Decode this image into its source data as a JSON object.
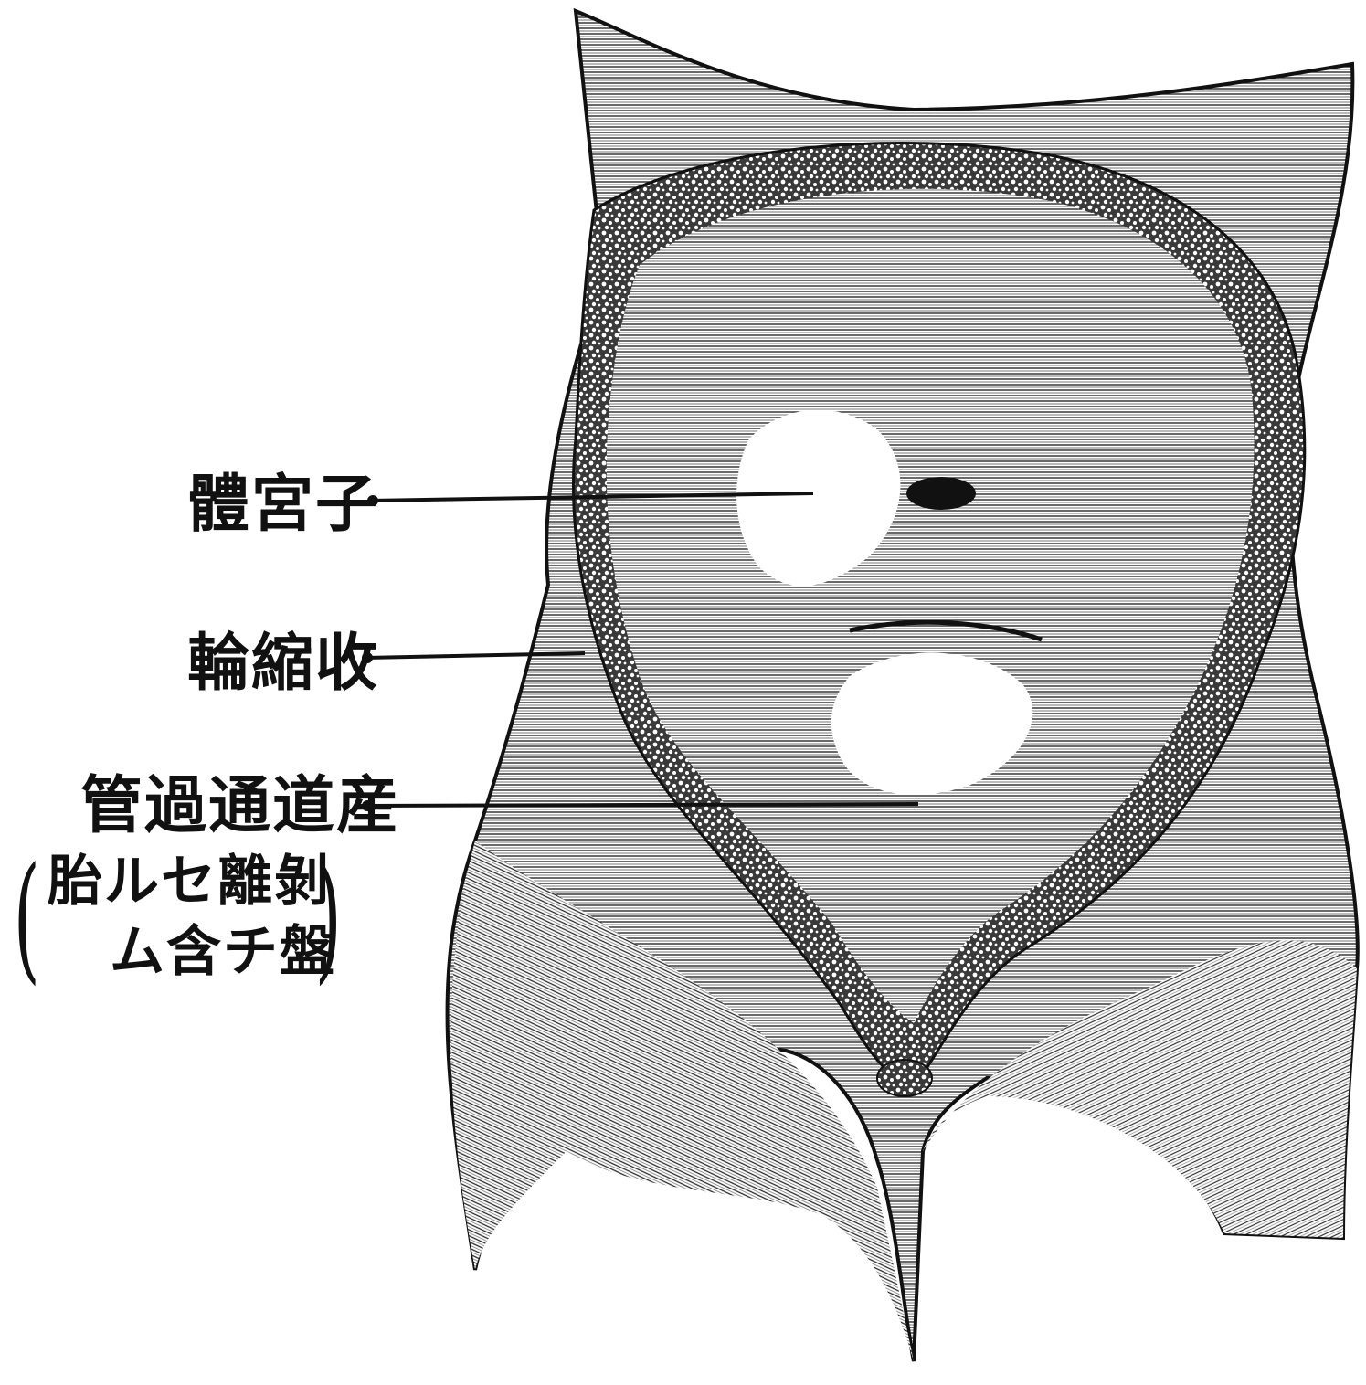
{
  "labels": {
    "uterus_body": "體宮子",
    "contraction_ring": "輪縮收",
    "birth_canal": "管過通道産",
    "note_line1": "胎ルセ離剝",
    "note_line2": "ム含チ盤"
  },
  "colors": {
    "ink": "#111111",
    "paper": "#ffffff",
    "hatch": "#2a2a2a"
  }
}
